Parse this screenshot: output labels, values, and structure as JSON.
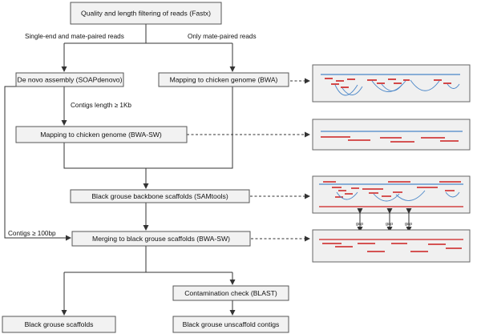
{
  "nodes": {
    "quality_filtering": "Quality and length filtering of reads (Fastx)",
    "de_novo_assembly": "De novo assembly (SOAPdenovo)",
    "mapping_bwa": "Mapping to chicken genome (BWA)",
    "mapping_bwa_sw": "Mapping to chicken genome (BWA-SW)",
    "backbone_scaffolds": "Black grouse backbone scaffolds (SAMtools)",
    "merging": "Merging to black grouse scaffolds (BWA-SW)",
    "contamination_check": "Contamination check (BLAST)",
    "scaffolds": "Black grouse scaffolds",
    "unscaffold_contigs": "Black grouse unscaffold contigs"
  },
  "edge_labels": {
    "single_mate": "Single-end and mate-paired reads",
    "only_mate": "Only mate-paired reads",
    "contigs_1kb": "Contigs length ≥ 1Kb",
    "contigs_100bp": "Contigs ≥ 100bp"
  },
  "gap_labels": [
    "gap",
    "gap",
    "gap"
  ],
  "colors": {
    "reference_line": "#4a86c8",
    "contig": "#cc1f1f",
    "box_fill": "#f2f2f2",
    "panel_fill": "#f0f0f0"
  }
}
